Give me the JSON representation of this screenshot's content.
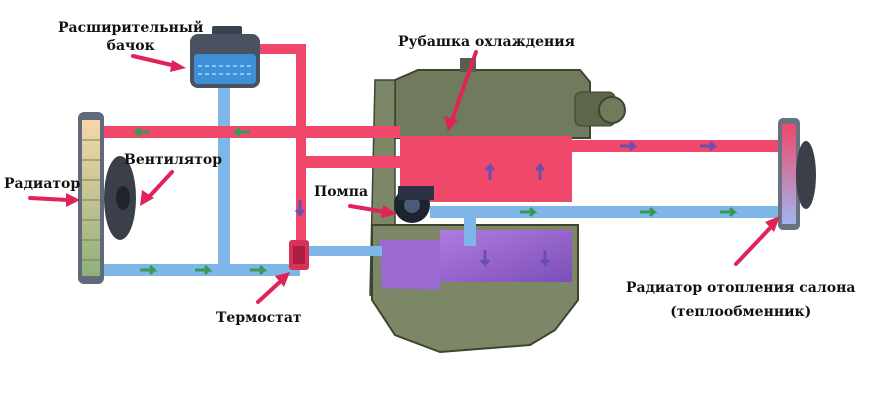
{
  "labels": {
    "expansion_tank_line1": "Расширительный",
    "expansion_tank_line2": "бачок",
    "cooling_jacket": "Рубашка охлаждения",
    "radiator": "Радиатор",
    "fan": "Вентилятор",
    "pump": "Помпа",
    "thermostat": "Термостат",
    "cabin_heater_line1": "Радиатор отопления салона",
    "cabin_heater_line2": "(теплообменник)"
  },
  "colors": {
    "hot_coolant": "#f0486a",
    "cold_coolant": "#7fb6e8",
    "label_arrow": "#e0245a",
    "engine_block": "#6f7b5c",
    "tank_water": "#3f8fd6"
  }
}
